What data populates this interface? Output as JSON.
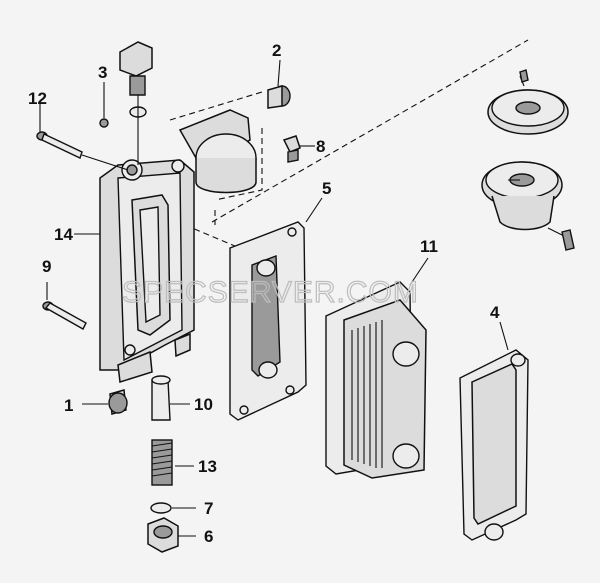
{
  "watermark": "SPECSERVER.COM",
  "callouts": [
    "1",
    "2",
    "3",
    "4",
    "5",
    "6",
    "7",
    "8",
    "9",
    "10",
    "11",
    "12",
    "13",
    "14"
  ]
}
